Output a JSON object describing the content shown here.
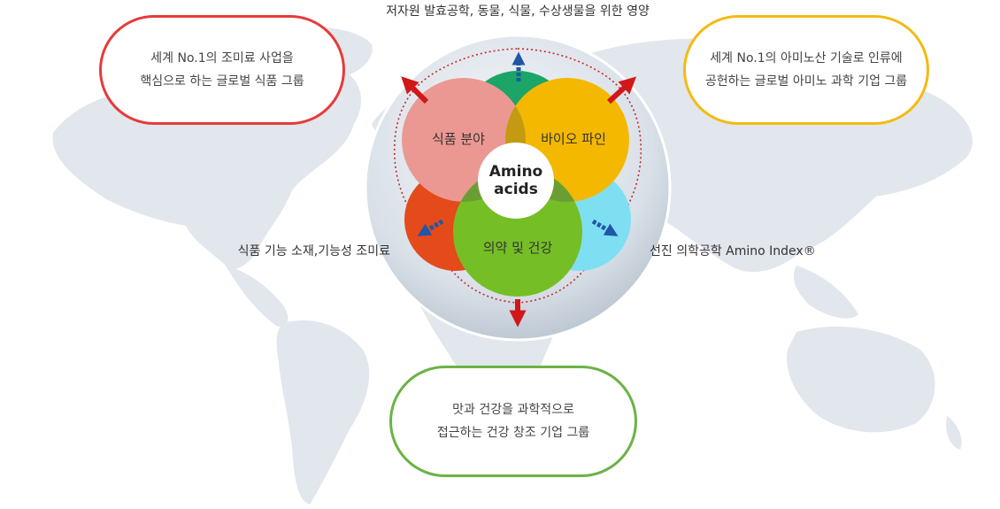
{
  "colors": {
    "map": "#e1e5ec",
    "globe": "#d5dde6",
    "pill_red": "#e83a3a",
    "pill_yellow": "#f3bb12",
    "pill_green": "#6ab344",
    "circle_food": "#ec9892",
    "circle_bio": "#f4b800",
    "circle_health": "#76be26",
    "overlap_top": "#c39b12",
    "center": "#ffffff",
    "arrow_red": "#d1171a",
    "arrow_blue": "#1f57a7",
    "dotted_ring": "#c9262a"
  },
  "labels": {
    "top": "저자원 발효공학, 동물, 식물, 수상생물을 위한 영양",
    "left": "식품 기능 소재,기능성 조미료",
    "right": "선진 의학공학 Amino Index®"
  },
  "pills": {
    "top_left": {
      "line1": "세계 No.1의 조미료 사업을",
      "line2": "핵심으로 하는 글로벌 식품 그룹"
    },
    "top_right": {
      "line1": "세계 No.1의 아미노산 기술로 인류에",
      "line2": "공헌하는 글로벌 아미노 과학 기업 그룹"
    },
    "bottom": {
      "line1": "맛과 건강을 과학적으로",
      "line2": "접근하는 건강 창조 기업 그룹"
    }
  },
  "circles": {
    "food": "식품 분야",
    "bio": "바이오 파인",
    "health": "의약 및 건강",
    "center_line1": "Amino",
    "center_line2": "acids"
  }
}
